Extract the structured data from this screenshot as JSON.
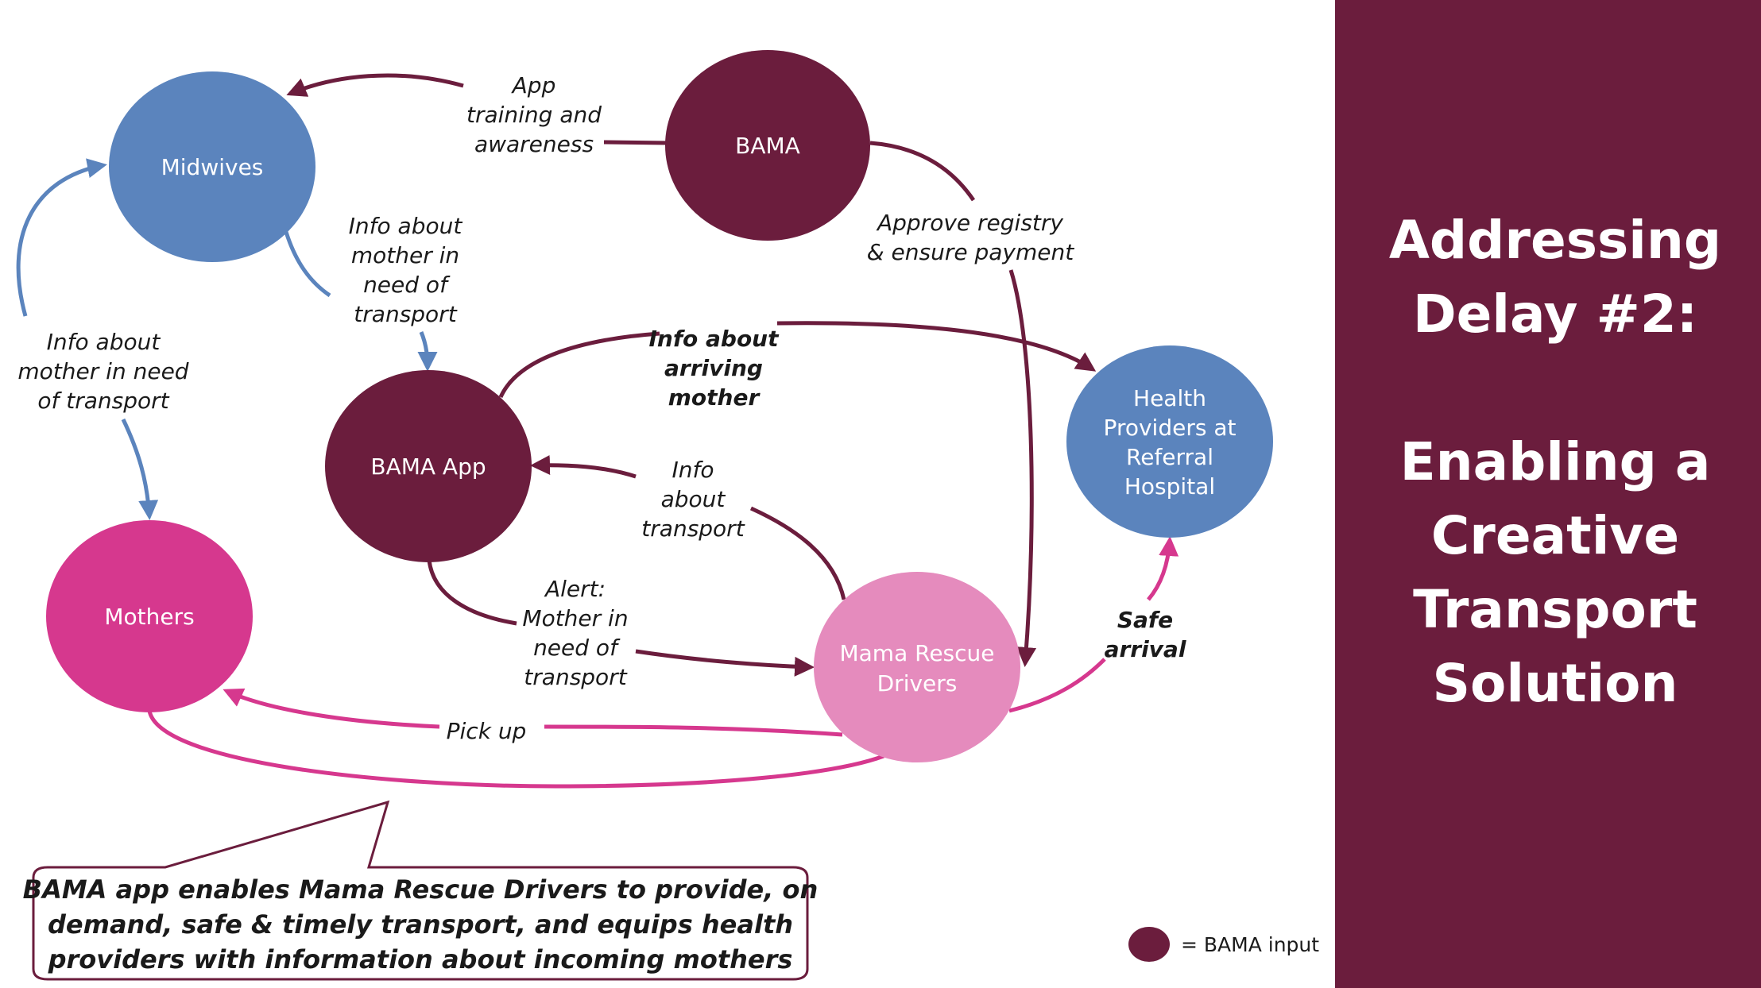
{
  "colors": {
    "maroon": "#6b1d3d",
    "blue": "#5b84bd",
    "magenta": "#d6388e",
    "pink": "#e58bbd",
    "panel": "#6b1d3d"
  },
  "nodes": {
    "midwives": "Midwives",
    "bama": "BAMA",
    "bama_app": "BAMA App",
    "mothers": "Mothers",
    "drivers": [
      "Mama Rescue",
      "Drivers"
    ],
    "health": [
      "Health",
      "Providers at",
      "Referral",
      "Hospital"
    ]
  },
  "edge_labels": {
    "app_training": [
      "App",
      "training and",
      "awareness"
    ],
    "approve_registry": [
      "Approve registry",
      "& ensure payment"
    ],
    "info_midwife_to_app": [
      "Info about",
      "mother in",
      "need of",
      "transport"
    ],
    "info_mother_to_midwife": [
      "Info about",
      "mother in need",
      "of transport"
    ],
    "arriving_mother": [
      "Info about",
      "arriving",
      "mother"
    ],
    "info_transport": [
      "Info",
      "about",
      "transport"
    ],
    "alert": [
      "Alert:",
      "Mother in",
      "need of",
      "transport"
    ],
    "pick_up": "Pick up",
    "safe_arrival": [
      "Safe",
      "arrival"
    ]
  },
  "callout": {
    "lines": [
      "BAMA app enables Mama Rescue Drivers to provide, on",
      "demand, safe & timely transport, and equips health",
      "providers with information about incoming mothers"
    ]
  },
  "legend": {
    "label": "= BAMA input"
  },
  "side_panel": {
    "lines": [
      "Addressing",
      "Delay #2:",
      "",
      "Enabling a",
      "Creative",
      "Transport",
      "Solution"
    ]
  }
}
